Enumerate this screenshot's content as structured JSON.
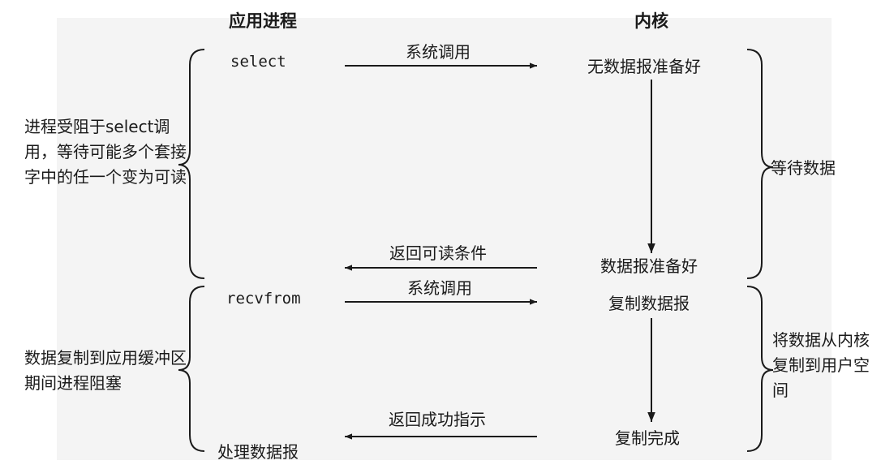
{
  "headers": {
    "app": "应用进程",
    "kernel": "内核"
  },
  "app_side": {
    "select": "select",
    "recvfrom": "recvfrom",
    "process": "处理数据报"
  },
  "arrows": {
    "syscall_1": "系统调用",
    "return_readable": "返回可读条件",
    "syscall_2": "系统调用",
    "return_success": "返回成功指示"
  },
  "kernel_side": {
    "no_data": "无数据报准备好",
    "data_ready": "数据报准备好",
    "copy_data": "复制数据报",
    "copy_done": "复制完成"
  },
  "left_notes": {
    "blocked_select": "进程受阻于select调用，等待可能多个套接字中的任一个变为可读",
    "blocked_copy": "数据复制到应用缓冲区期间进程阻塞"
  },
  "right_notes": {
    "wait_data": "等待数据",
    "copy_to_user": "将数据从内核复制到用户空间"
  }
}
